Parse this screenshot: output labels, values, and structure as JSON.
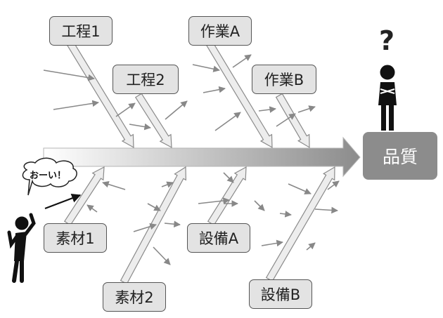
{
  "effect": {
    "label": "品質"
  },
  "question_mark": "?",
  "speech_bubble": "おーい！",
  "causes_top": [
    {
      "label": "工程1"
    },
    {
      "label": "工程2"
    },
    {
      "label": "作業A"
    },
    {
      "label": "作業B"
    }
  ],
  "causes_bottom": [
    {
      "label": "素材1"
    },
    {
      "label": "素材2"
    },
    {
      "label": "設備A"
    },
    {
      "label": "設備B"
    }
  ],
  "colors": {
    "effect_box": "#8c8c8c",
    "cause_box_fill": "#e3e3e3",
    "cause_box_border": "#555555",
    "spine_gradient_start": "#ffffff",
    "spine_gradient_end": "#8c8c8c",
    "minor_arrow": "#888888",
    "figure": "#111111"
  }
}
